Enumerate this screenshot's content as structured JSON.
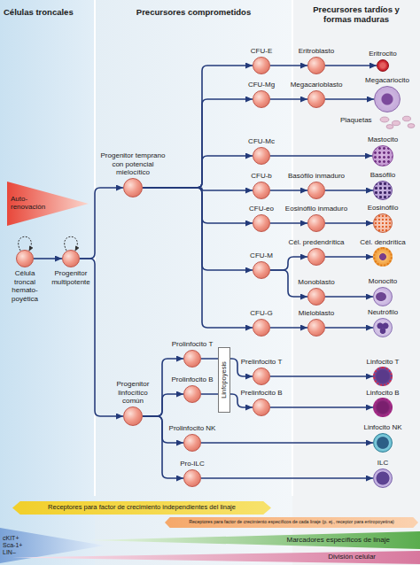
{
  "diagram": {
    "nodes": [
      {
        "text": [
          "Células troncales"
        ]
      },
      {
        "text": [
          "Precursores comprometidos"
        ]
      },
      {
        "text": [
          "Precursores tardíos y formas maduras"
        ]
      },
      {
        "text": [
          "Auto-renovación"
        ],
        "in": 0
      },
      {
        "text": [
          "Célula troncal hemato-poyética"
        ],
        "in": 0
      },
      {
        "text": [
          "Progenitor multipotente"
        ],
        "in": 0
      },
      {
        "text": [
          "Progenitor temprano con potencial mielocítico"
        ],
        "in": 1
      },
      {
        "text": [
          "Progenitor linfocítico común"
        ],
        "in": 1
      },
      {
        "text": [
          "CFU-E"
        ],
        "in": 1
      },
      {
        "text": [
          "Eritroblasto"
        ],
        "in": 2
      },
      {
        "text": [
          "Eritrocito"
        ],
        "in": 2
      },
      {
        "text": [
          "CFU-Mg"
        ],
        "in": 1
      },
      {
        "text": [
          "Megacarioblasto"
        ],
        "in": 2
      },
      {
        "text": [
          "Megacariocito"
        ],
        "in": 2
      },
      {
        "text": [
          "CFU-Mc"
        ],
        "in": 1
      },
      {
        "text": [
          "Mastocito"
        ],
        "in": 2
      },
      {
        "text": [
          "CFU-b"
        ],
        "in": 1
      },
      {
        "text": [
          "Basófilo inmaduro"
        ],
        "in": 2
      },
      {
        "text": [
          "Basófilo"
        ],
        "in": 2
      },
      {
        "text": [
          "CFU-eo"
        ],
        "in": 1
      },
      {
        "text": [
          "Eosinófilo inmaduro"
        ],
        "in": 2
      },
      {
        "text": [
          "Eosinófilo"
        ],
        "in": 2
      },
      {
        "text": [
          "CFU-M"
        ],
        "in": 1
      },
      {
        "text": [
          "Cél. predendrítica"
        ],
        "in": 2
      },
      {
        "text": [
          "Cél. dendrítica"
        ],
        "in": 2
      },
      {
        "text": [
          "Monoblasto"
        ],
        "in": 2
      },
      {
        "text": [
          "Monocito"
        ],
        "in": 2
      },
      {
        "text": [
          "CFU-G"
        ],
        "in": 1
      },
      {
        "text": [
          "Mieloblasto"
        ],
        "in": 2
      },
      {
        "text": [
          "Neutrófilo"
        ],
        "in": 2
      },
      {
        "text": [
          "Prolinfocito T"
        ],
        "in": 1
      },
      {
        "text": [
          "Prelinfocito T"
        ],
        "in": 1
      },
      {
        "text": [
          "Linfocito T"
        ],
        "in": 2
      },
      {
        "text": [
          "Prolinfocito B"
        ],
        "in": 1
      },
      {
        "text": [
          "Prelinfocito B"
        ],
        "in": 1
      },
      {
        "text": [
          "Linfocito B"
        ],
        "in": 2
      },
      {
        "text": [
          "Prolinfocito NK"
        ],
        "in": 1
      },
      {
        "text": [
          "Linfocito NK"
        ],
        "in": 2
      },
      {
        "text": [
          "Pro-ILC"
        ],
        "in": 1
      },
      {
        "text": [
          "ILC"
        ],
        "in": 2
      },
      {
        "text": [
          "Receptores para factor de crecimiento independientes del linaje"
        ]
      },
      {
        "text": [
          "Receptores para factor de crecimiento específicos de cada linaje (p. ej., receptor para eritropoyetina)"
        ]
      },
      {
        "text": [
          "cKIT+ Sca-1+ LIN–"
        ]
      },
      {
        "text": [
          "Marcadores específicos de linaje"
        ]
      },
      {
        "text": [
          "División celular"
        ]
      }
    ],
    "edges": [
      {
        "from": 4,
        "to": 5,
        "arrow": "to"
      },
      {
        "from": 5,
        "to": 6,
        "arrow": "to"
      },
      {
        "from": 5,
        "to": 7,
        "arrow": "to"
      },
      {
        "from": 6,
        "to": 8,
        "arrow": "to"
      },
      {
        "from": 6,
        "to": 11,
        "arrow": "to"
      },
      {
        "from": 6,
        "to": 14,
        "arrow": "to"
      },
      {
        "from": 6,
        "to": 16,
        "arrow": "to"
      },
      {
        "from": 6,
        "to": 19,
        "arrow": "to"
      },
      {
        "from": 6,
        "to": 22,
        "arrow": "to"
      },
      {
        "from": 6,
        "to": 27,
        "arrow": "to"
      },
      {
        "from": 8,
        "to": 9,
        "arrow": "to"
      },
      {
        "from": 9,
        "to": 10,
        "arrow": "to"
      },
      {
        "from": 11,
        "to": 12,
        "arrow": "to"
      },
      {
        "from": 12,
        "to": 13,
        "arrow": "to"
      },
      {
        "from": 14,
        "to": 15,
        "arrow": "to"
      },
      {
        "from": 16,
        "to": 17,
        "arrow": "to"
      },
      {
        "from": 17,
        "to": 18,
        "arrow": "to"
      },
      {
        "from": 19,
        "to": 20,
        "arrow": "to"
      },
      {
        "from": 20,
        "to": 21,
        "arrow": "to"
      },
      {
        "from": 22,
        "to": 23,
        "arrow": "to"
      },
      {
        "from": 22,
        "to": 25,
        "arrow": "to"
      },
      {
        "from": 23,
        "to": 24,
        "arrow": "to"
      },
      {
        "from": 25,
        "to": 26,
        "arrow": "to"
      },
      {
        "from": 27,
        "to": 28,
        "arrow": "to"
      },
      {
        "from": 28,
        "to": 29,
        "arrow": "to"
      },
      {
        "from": 7,
        "to": 30,
        "arrow": "to"
      },
      {
        "from": 7,
        "to": 33,
        "arrow": "to"
      },
      {
        "from": 7,
        "to": 36,
        "arrow": "to"
      },
      {
        "from": 7,
        "to": 38,
        "arrow": "to"
      },
      {
        "from": 30,
        "to": 31,
        "arrow": "to"
      },
      {
        "from": 31,
        "to": 32,
        "arrow": "to"
      },
      {
        "from": 33,
        "to": 34,
        "arrow": "to"
      },
      {
        "from": 34,
        "to": 35,
        "arrow": "to"
      },
      {
        "from": 36,
        "to": 37,
        "arrow": "to"
      },
      {
        "from": 38,
        "to": 39,
        "arrow": "to"
      }
    ],
    "labels": [
      "Plaquetas",
      "Linfopoyesis"
    ]
  }
}
